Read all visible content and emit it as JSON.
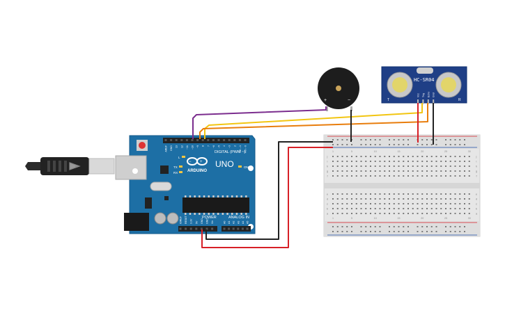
{
  "arduino": {
    "model": "UNO",
    "brand": "ARDUINO",
    "header_digital": "DIGITAL (PWM ~)",
    "header_power": "POWER",
    "header_analog": "ANALOG IN",
    "led_on": "ON",
    "led_tx": "TX",
    "led_rx": "RX",
    "led_l": "L",
    "digital_pins": [
      "AREF",
      "GND",
      "13",
      "12",
      "~11",
      "~10",
      "~9",
      "8",
      "7",
      "~6",
      "~5",
      "4",
      "~3",
      "2",
      "TX→1",
      "RX←0"
    ],
    "power_pins": [
      "IOREF",
      "RESET",
      "3.3V",
      "5V",
      "GND",
      "GND",
      "Vin"
    ],
    "analog_pins": [
      "A0",
      "A1",
      "A2",
      "A3",
      "A4",
      "A5"
    ]
  },
  "sensor": {
    "model": "HC-SR04",
    "pins": [
      "Vcc",
      "Trig",
      "Echo",
      "Gnd"
    ],
    "mark_left": "T",
    "mark_right": "R"
  },
  "buzzer": {
    "plus": "+",
    "minus": "−"
  },
  "breadboard": {
    "row_letters_top": [
      "j",
      "i",
      "h",
      "g",
      "f"
    ],
    "row_letters_bottom": [
      "e",
      "d",
      "c",
      "b",
      "a"
    ],
    "column_numbers": [
      "1",
      "",
      "",
      "",
      "5",
      "",
      "",
      "",
      "",
      "10",
      "",
      "",
      "",
      "",
      "15",
      "",
      "",
      "",
      "",
      "20",
      "",
      "",
      "",
      "",
      "25",
      "",
      "",
      "",
      "",
      "30"
    ]
  },
  "colors": {
    "wire_orange": "#e87d0c",
    "wire_purple": "#7b2d8e",
    "wire_yellow": "#f2c511",
    "wire_red": "#d71f26",
    "wire_black": "#222222",
    "arduino_blue": "#1d6fa5"
  }
}
